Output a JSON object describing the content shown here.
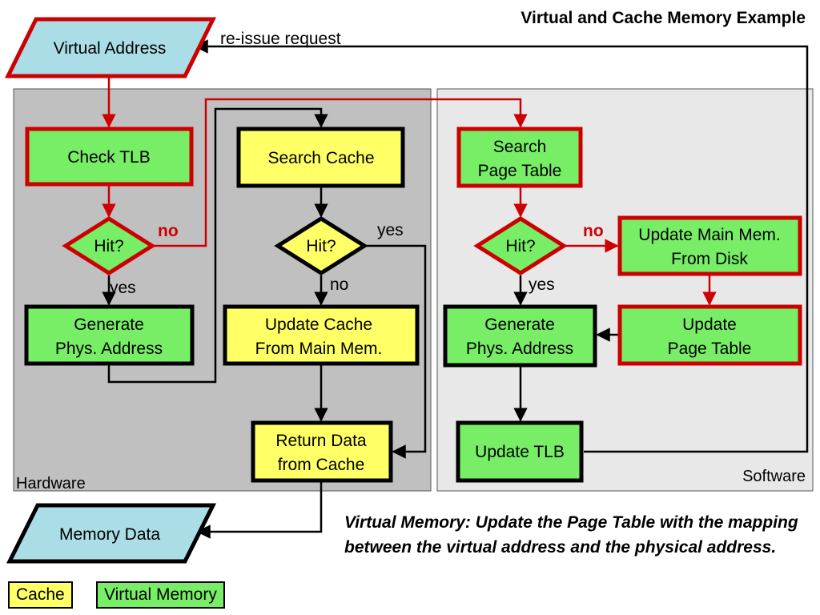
{
  "title": "Virtual and Cache Memory Example",
  "colors": {
    "hardware_region": "#c0c0c0",
    "software_region": "#e8e8e8",
    "cache_fill": "#ffff66",
    "vm_fill": "#77ee66",
    "io_fill": "#aadde6",
    "red_border": "#cc0000",
    "black_border": "#000000"
  },
  "regions": {
    "hardware": "Hardware",
    "software": "Software"
  },
  "nodes": {
    "virtual_address": "Virtual Address",
    "check_tlb": "Check TLB",
    "hit_tlb": "Hit?",
    "gen_phys_hw": [
      "Generate",
      "Phys. Address"
    ],
    "search_cache": "Search Cache",
    "hit_cache": "Hit?",
    "update_cache": [
      "Update Cache",
      "From Main Mem."
    ],
    "return_data": [
      "Return Data",
      "from Cache"
    ],
    "search_page_table": [
      "Search",
      "Page Table"
    ],
    "hit_page_table": "Hit?",
    "update_main_mem": [
      "Update Main Mem.",
      "From Disk"
    ],
    "update_page_table": [
      "Update",
      "Page Table"
    ],
    "gen_phys_sw": [
      "Generate",
      "Phys. Address"
    ],
    "update_tlb": "Update TLB",
    "memory_data": "Memory Data"
  },
  "edge_labels": {
    "reissue": "re-issue request",
    "tlb_no": "no",
    "tlb_yes": "yes",
    "cache_yes": "yes",
    "cache_no": "no",
    "pt_no": "no",
    "pt_yes": "yes"
  },
  "note": "Virtual Memory: Update the Page Table with the mapping between the virtual address and the physical address.",
  "legend": {
    "cache": "Cache",
    "virtual_memory": "Virtual Memory"
  }
}
